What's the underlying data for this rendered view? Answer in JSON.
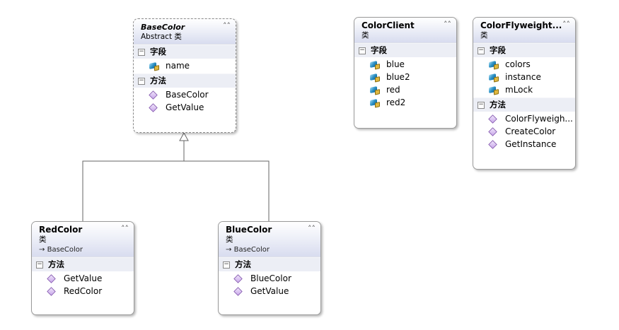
{
  "sections": {
    "fields": "字段",
    "methods": "方法"
  },
  "classes": {
    "basecolor": {
      "name": "BaseColor",
      "stereotype": "Abstract 类",
      "fields": [
        "name"
      ],
      "methods": [
        "BaseColor",
        "GetValue"
      ]
    },
    "colorclient": {
      "name": "ColorClient",
      "stereotype": "类",
      "fields": [
        "blue",
        "blue2",
        "red",
        "red2"
      ]
    },
    "colorflyweight": {
      "name": "ColorFlyweight...",
      "stereotype": "类",
      "fields": [
        "colors",
        "instance",
        "mLock"
      ],
      "methods": [
        "ColorFlyweigh...",
        "CreateColor",
        "GetInstance"
      ]
    },
    "redcolor": {
      "name": "RedColor",
      "stereotype": "类",
      "inherits": "BaseColor",
      "methods": [
        "GetValue",
        "RedColor"
      ]
    },
    "bluecolor": {
      "name": "BlueColor",
      "stereotype": "类",
      "inherits": "BaseColor",
      "methods": [
        "BlueColor",
        "GetValue"
      ]
    }
  },
  "icons": {
    "collapse": "chevron-up-icon",
    "field": "field-icon",
    "method": "method-icon",
    "inherit": "inherit-arrow-icon"
  },
  "colors": {
    "header_gradient_end": "#d8dcef",
    "section_bg": "#eceef5",
    "border": "#9a9a9a",
    "field_icon": "#2b8fc4",
    "method_icon": "#7a4aa8"
  }
}
